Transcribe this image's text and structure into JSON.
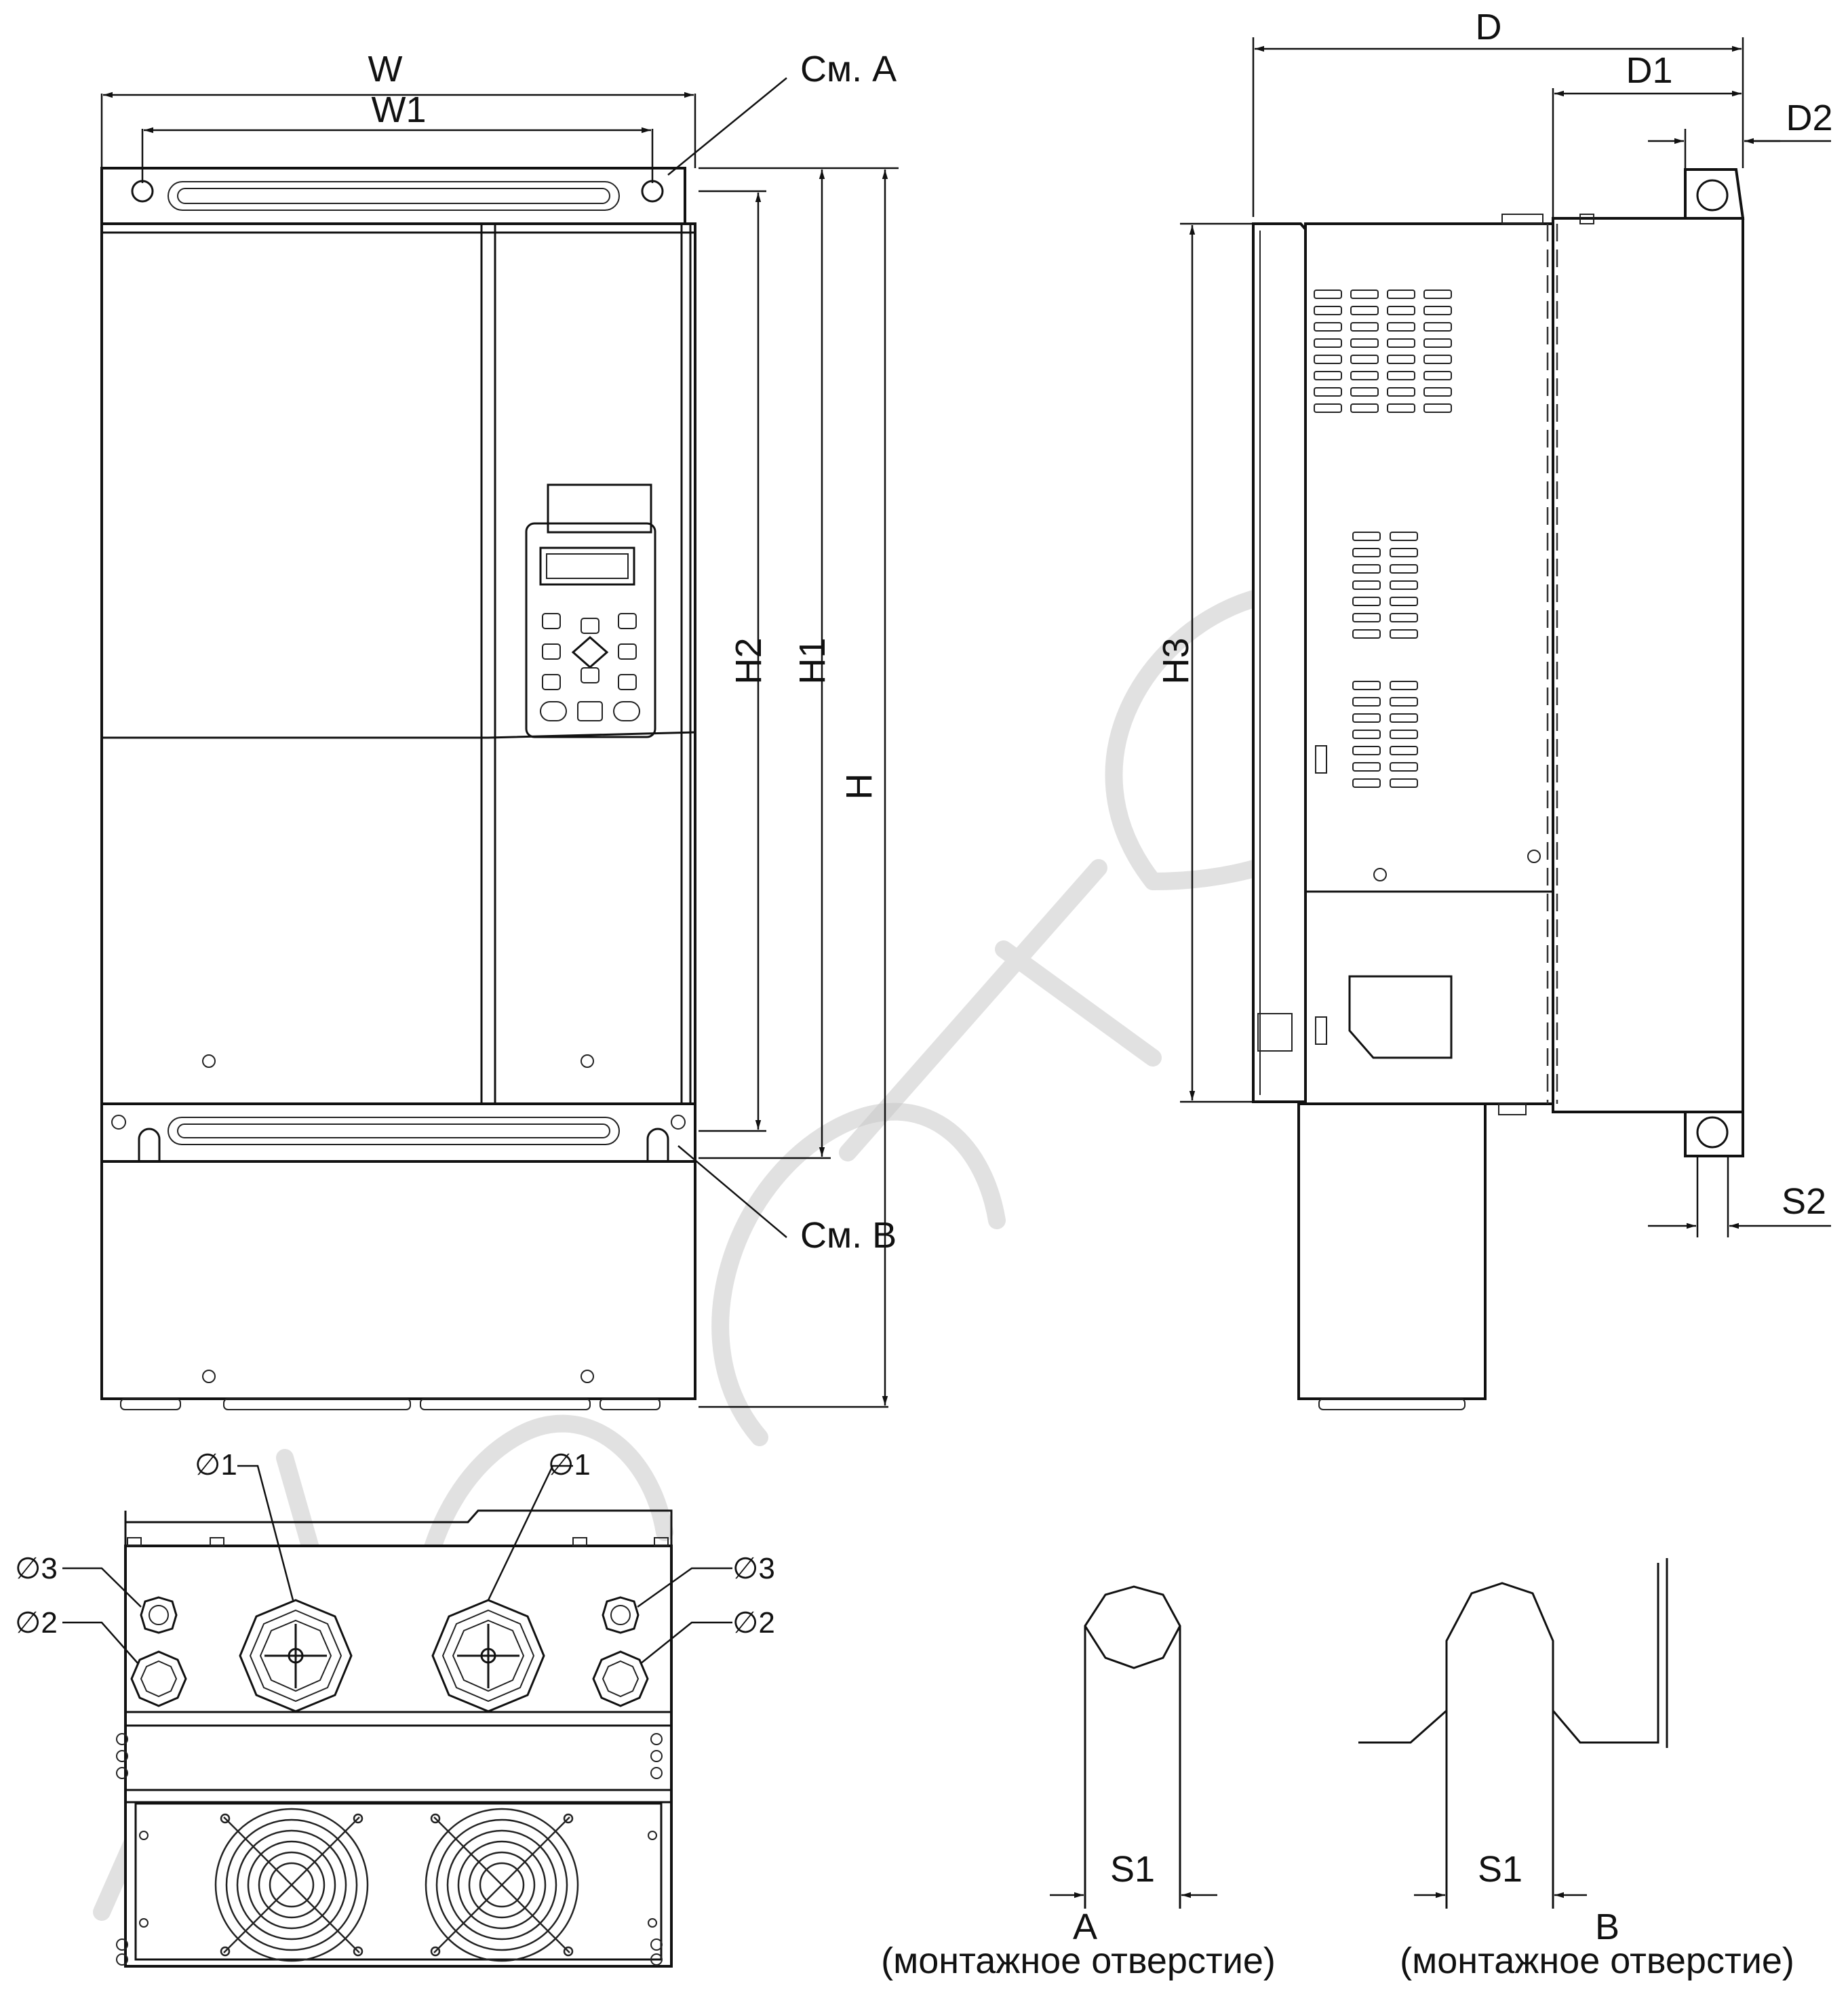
{
  "dimensions": {
    "width": "W",
    "width_holes": "W1",
    "height_total": "H",
    "height_holes": "H1",
    "height_inner": "H2",
    "height_side": "H3",
    "depth": "D",
    "depth_1": "D1",
    "depth_2": "D2",
    "slot_side": "S2",
    "slot_width": "S1"
  },
  "callouts": {
    "see_a": "См. A",
    "see_b": "См. B"
  },
  "holes": {
    "phi1": "∅1",
    "phi2": "∅2",
    "phi3": "∅3"
  },
  "details": {
    "a_label": "A",
    "a_caption": "(монтажное отверстие)",
    "b_label": "B",
    "b_caption": "(монтажное отверстие)"
  }
}
